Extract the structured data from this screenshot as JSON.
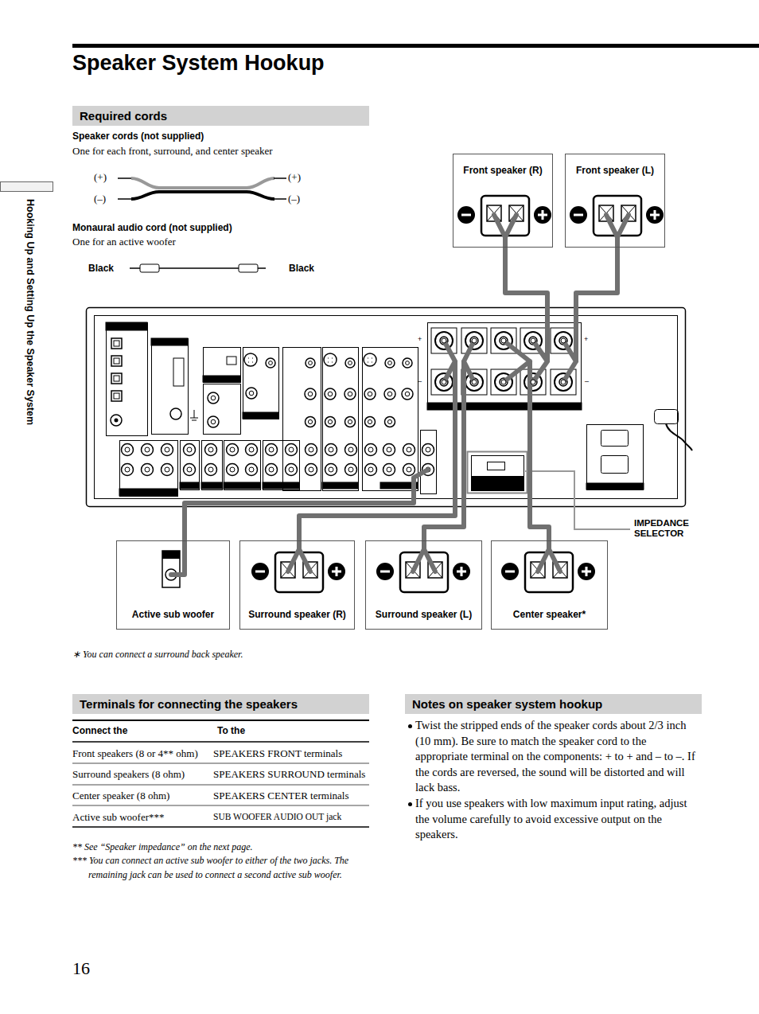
{
  "diagram": {
    "title": "Speaker System Hookup",
    "nodes": [
      {
        "text": [
          "Required cords"
        ]
      },
      {
        "text": [
          "Front speaker (R)"
        ]
      },
      {
        "text": [
          "Front speaker (L)"
        ]
      },
      {
        "text": [
          "Active sub woofer"
        ]
      },
      {
        "text": [
          "Surround speaker (R)"
        ]
      },
      {
        "text": [
          "Surround speaker (L)"
        ]
      },
      {
        "text": [
          "Center speaker*"
        ]
      },
      {
        "text": [
          "Terminals for connecting the speakers"
        ]
      },
      {
        "text": [
          "Notes on speaker system hookup"
        ]
      }
    ],
    "labels": [
      "Hooking Up and Setting Up the Speaker System",
      "Speaker cords (not supplied)",
      "One for each front, surround, and center speaker",
      "(+)",
      "(–)",
      "(+)",
      "(–)",
      "Monaural audio cord (not supplied)",
      "One for an active woofer",
      "Black",
      "Black",
      "+",
      "+",
      "–",
      "–",
      "IMPEDANCE SELECTOR",
      "∗ You can connect a surround back speaker.",
      "Connect the",
      "To the",
      "Front speakers (8 or 4** ohm)",
      "SPEAKERS FRONT terminals",
      "Surround speakers (8 ohm)",
      "SPEAKERS SURROUND terminals",
      "Center speaker (8 ohm)",
      "SPEAKERS CENTER terminals",
      "Active sub woofer***",
      "SUB WOOFER AUDIO OUT jack",
      "** See “Speaker impedance” on the next page.",
      "*** You can connect an active sub woofer to either of the two jacks. The remaining jack can be used to connect a second active sub woofer.",
      "Twist the stripped ends of the speaker cords about 2/3 inch (10 mm). Be sure to match the speaker cord to the appropriate terminal on the components: + to + and – to –. If the cords are reversed, the sound will be distorted and will lack bass.",
      "If you use speakers with low maximum input rating, adjust the volume carefully to avoid excessive output on the speakers.",
      "16"
    ]
  }
}
